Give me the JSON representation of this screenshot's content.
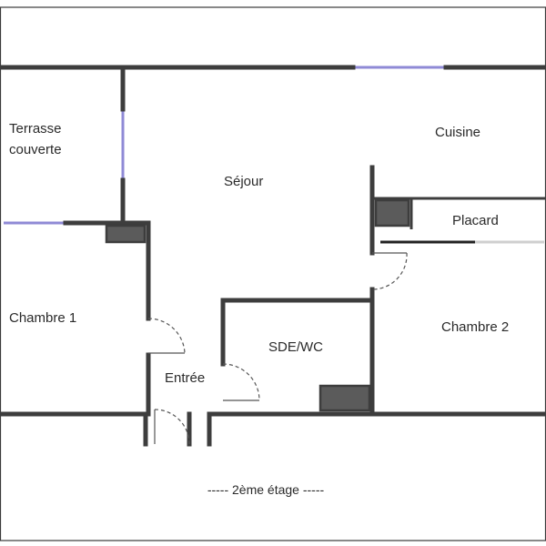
{
  "rooms": {
    "terrasse_line1": "Terrasse",
    "terrasse_line2": "couverte",
    "sejour": "Séjour",
    "cuisine": "Cuisine",
    "placard": "Placard",
    "chambre1": "Chambre 1",
    "chambre2": "Chambre 2",
    "entree": "Entrée",
    "sde_wc": "SDE/WC"
  },
  "floor_label": "----- 2ème étage -----",
  "colors": {
    "wall": "#3d3d3d",
    "window": "#8f8ad6",
    "duct": "#5b5b5b"
  }
}
